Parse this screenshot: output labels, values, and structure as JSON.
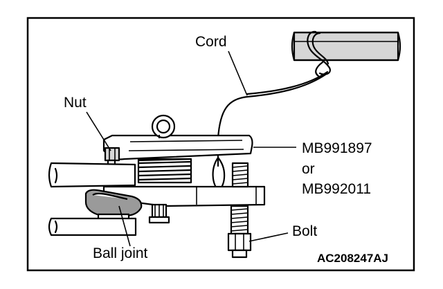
{
  "labels": {
    "cord": "Cord",
    "nut": "Nut",
    "tool_line1": "MB991897",
    "tool_line2": "or",
    "tool_line3": "MB992011",
    "bolt": "Bolt",
    "ball_joint": "Ball joint"
  },
  "figure_code": "AC208247AJ"
}
